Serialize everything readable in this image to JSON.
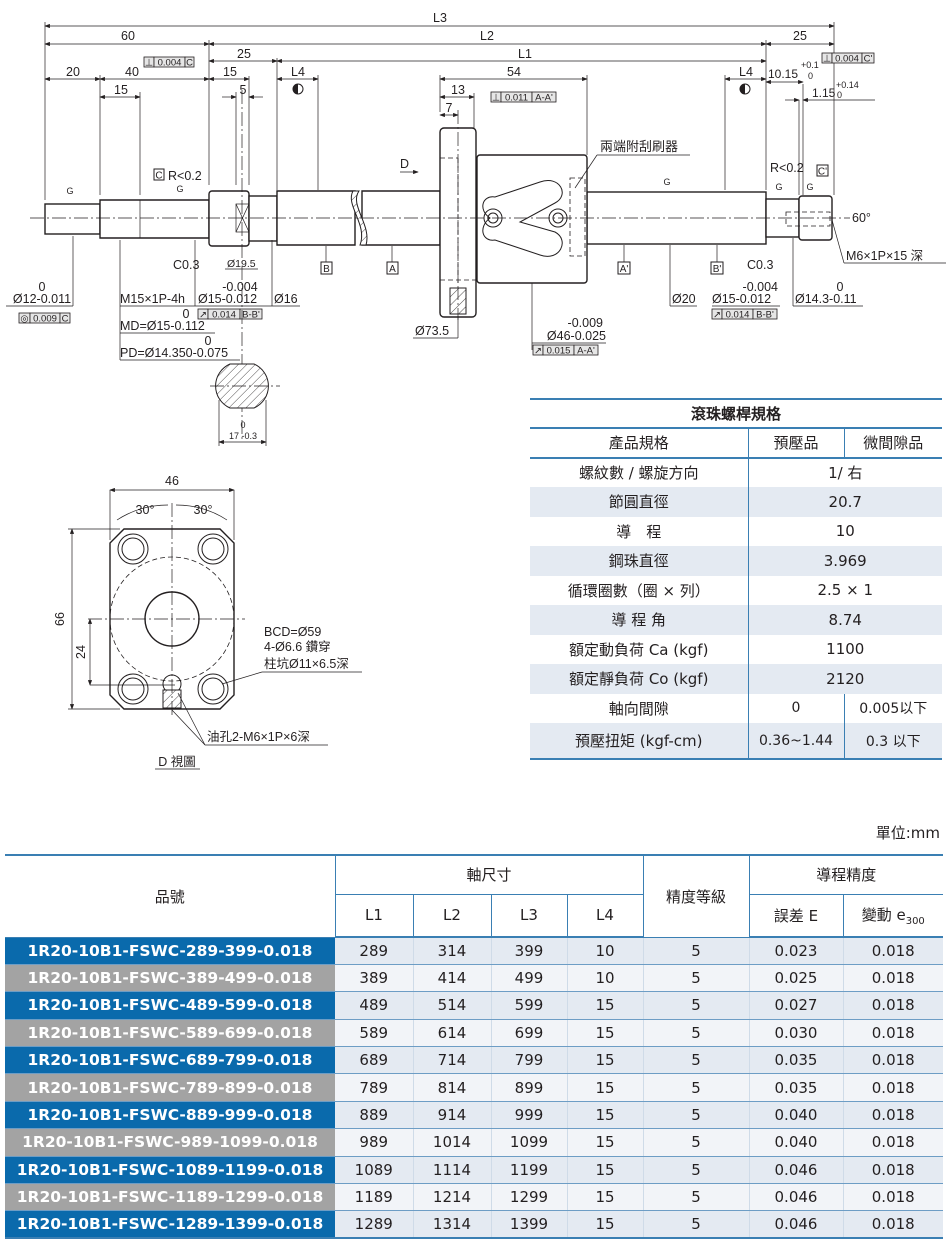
{
  "drawing": {
    "overall_dims": {
      "l3": "L3",
      "l2": "L2",
      "l1": "L1",
      "left_60": "60",
      "right_25": "25",
      "left_25": "25",
      "d20": "20",
      "d40": "40",
      "d15a": "15",
      "d15b": "15",
      "d5": "5",
      "l4_left": "L4",
      "l4_right": "L4",
      "d54": "54",
      "d13": "13",
      "d7": "7"
    },
    "tolerances": {
      "perp_left": {
        "sym": "⊥",
        "val": "0.004",
        "ref": "C"
      },
      "perp_right": {
        "sym": "⊥",
        "val": "0.004",
        "ref": "C'"
      },
      "perp_flange": {
        "sym": "⊥",
        "val": "0.011",
        "ref": "A-A'"
      },
      "conc_left": {
        "sym": "◎",
        "val": "0.009",
        "ref": "C"
      },
      "runout_left": {
        "sym": "↗",
        "val": "0.014",
        "ref": "B-B'"
      },
      "runout_right": {
        "sym": "↗",
        "val": "0.014",
        "ref": "B-B'"
      },
      "runout_nut": {
        "sym": "↗",
        "val": "0.015",
        "ref": "A-A'"
      }
    },
    "right_end": {
      "d1015": "10.15",
      "d1015_tol_up": "+0.1",
      "d1015_tol_lo": "0",
      "d115": "1.15",
      "d115_tol_up": "+0.14",
      "d115_tol_lo": "0"
    },
    "labels": {
      "r_left": "R<0.2",
      "r_right": "R<0.2",
      "datum_c": "C",
      "datum_c2": "C'",
      "g": "G",
      "view_d": "D",
      "wiper": "兩端附刮刷器",
      "angle60": "60°",
      "tap": "M6×1P×15 深",
      "c03_left": "C0.3",
      "c03_right": "C0.3",
      "d195": "Ø19.5",
      "datum_b": "B",
      "datum_a": "A",
      "datum_a2": "A'",
      "datum_b2": "B'",
      "d12_up": "0",
      "d12": "Ø12-0.011",
      "thread": "M15×1P-4h",
      "d15_up": "-0.004",
      "d15": "Ø15-0.012",
      "d16": "Ø16",
      "md_up": "0",
      "md": "MD=Ø15-0.112",
      "pd_up": "0",
      "pd": "PD=Ø14.350-0.075",
      "d735": "Ø73.5",
      "d46_up": "-0.009",
      "d46": "Ø46-0.025",
      "d20": "Ø20",
      "d15r_up": "-0.004",
      "d15r": "Ø15-0.012",
      "d143_up": "0",
      "d143": "Ø14.3-0.11",
      "flat_up": "0",
      "flat": "17 -0.3"
    },
    "view_d": {
      "w46": "46",
      "a30l": "30°",
      "a30r": "30°",
      "h66": "66",
      "h24": "24",
      "bcd": "BCD=Ø59",
      "holes": "4-Ø6.6 鑽穿",
      "cbore": "柱坑Ø11×6.5深",
      "oil": "油孔2-M6×1P×6深",
      "caption": "D 視圖"
    }
  },
  "spec_table": {
    "title": "滾珠螺桿規格",
    "header": {
      "label": "產品規格",
      "col1": "預壓品",
      "col2": "微間隙品"
    },
    "rows": [
      {
        "label": "螺紋數 / 螺旋方向",
        "value": "1/ 右"
      },
      {
        "label": "節圓直徑",
        "value": "20.7"
      },
      {
        "label": "導　程",
        "value": "10"
      },
      {
        "label": "鋼珠直徑",
        "value": "3.969"
      },
      {
        "label": "循環圈數（圈 × 列）",
        "value": "2.5 × 1"
      },
      {
        "label": "導 程 角",
        "value": "8.74"
      },
      {
        "label": "額定動負荷 Ca (kgf)",
        "value": "1100"
      },
      {
        "label": "額定靜負荷 Co (kgf)",
        "value": "2120"
      }
    ],
    "split_rows": [
      {
        "label": "軸向間隙",
        "preload": "0",
        "micro": "0.005以下"
      },
      {
        "label": "預壓扭矩 (kgf-cm)",
        "preload": "0.36~1.44",
        "micro": "0.3 以下"
      }
    ]
  },
  "unit_label": "單位:mm",
  "model_table": {
    "headers": {
      "part_no": "品號",
      "shaft": "軸尺寸",
      "l1": "L1",
      "l2": "L2",
      "l3": "L3",
      "l4": "L4",
      "grade": "精度等級",
      "lead_acc": "導程精度",
      "err": "誤差 E",
      "var": "變動 e",
      "var_sub": "300"
    },
    "rows": [
      {
        "pn": "1R20-10B1-FSWC-289-399-0.018",
        "l1": "289",
        "l2": "314",
        "l3": "399",
        "l4": "10",
        "grade": "5",
        "e": "0.023",
        "v": "0.018"
      },
      {
        "pn": "1R20-10B1-FSWC-389-499-0.018",
        "l1": "389",
        "l2": "414",
        "l3": "499",
        "l4": "10",
        "grade": "5",
        "e": "0.025",
        "v": "0.018"
      },
      {
        "pn": "1R20-10B1-FSWC-489-599-0.018",
        "l1": "489",
        "l2": "514",
        "l3": "599",
        "l4": "15",
        "grade": "5",
        "e": "0.027",
        "v": "0.018"
      },
      {
        "pn": "1R20-10B1-FSWC-589-699-0.018",
        "l1": "589",
        "l2": "614",
        "l3": "699",
        "l4": "15",
        "grade": "5",
        "e": "0.030",
        "v": "0.018"
      },
      {
        "pn": "1R20-10B1-FSWC-689-799-0.018",
        "l1": "689",
        "l2": "714",
        "l3": "799",
        "l4": "15",
        "grade": "5",
        "e": "0.035",
        "v": "0.018"
      },
      {
        "pn": "1R20-10B1-FSWC-789-899-0.018",
        "l1": "789",
        "l2": "814",
        "l3": "899",
        "l4": "15",
        "grade": "5",
        "e": "0.035",
        "v": "0.018"
      },
      {
        "pn": "1R20-10B1-FSWC-889-999-0.018",
        "l1": "889",
        "l2": "914",
        "l3": "999",
        "l4": "15",
        "grade": "5",
        "e": "0.040",
        "v": "0.018"
      },
      {
        "pn": "1R20-10B1-FSWC-989-1099-0.018",
        "l1": "989",
        "l2": "1014",
        "l3": "1099",
        "l4": "15",
        "grade": "5",
        "e": "0.040",
        "v": "0.018"
      },
      {
        "pn": "1R20-10B1-FSWC-1089-1199-0.018",
        "l1": "1089",
        "l2": "1114",
        "l3": "1199",
        "l4": "15",
        "grade": "5",
        "e": "0.046",
        "v": "0.018"
      },
      {
        "pn": "1R20-10B1-FSWC-1189-1299-0.018",
        "l1": "1189",
        "l2": "1214",
        "l3": "1299",
        "l4": "15",
        "grade": "5",
        "e": "0.046",
        "v": "0.018"
      },
      {
        "pn": "1R20-10B1-FSWC-1289-1399-0.018",
        "l1": "1289",
        "l2": "1314",
        "l3": "1399",
        "l4": "15",
        "grade": "5",
        "e": "0.046",
        "v": "0.018"
      }
    ]
  },
  "colors": {
    "accent_blue": "#0a6aac",
    "row_gray": "#a3a3a3",
    "rule_blue": "#3a7fb3",
    "alt_row": "#e4eaf2"
  }
}
